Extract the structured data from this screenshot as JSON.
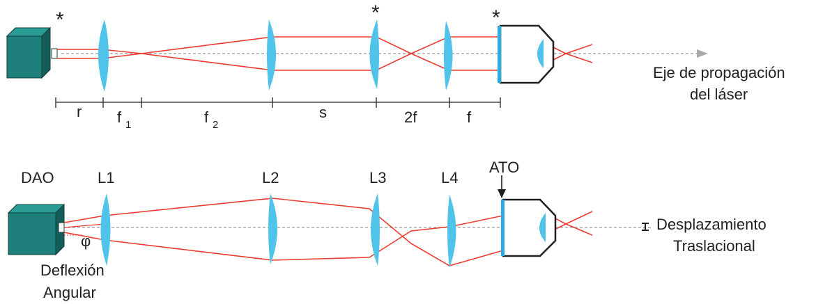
{
  "colors": {
    "lens": "#4fc3ea",
    "beam": "#ee3b2f",
    "axis": "#a7a9ac",
    "aod_front": "#1f7f7a",
    "aod_top": "#2a9c95",
    "aod_side": "#155d59",
    "text": "#231f20"
  },
  "top": {
    "markers": [
      "*",
      "*",
      "*"
    ],
    "segments": [
      {
        "label": "r",
        "sub": ""
      },
      {
        "label": "f",
        "sub": "1"
      },
      {
        "label": "f",
        "sub": "2"
      },
      {
        "label": "s",
        "sub": ""
      },
      {
        "label": "2f",
        "sub": ""
      },
      {
        "label": "f",
        "sub": ""
      }
    ],
    "axis_label_line1": "Eje de propagación",
    "axis_label_line2": "del láser"
  },
  "bottom": {
    "aod_label": "DAO",
    "lens_labels": [
      "L1",
      "L2",
      "L3",
      "L4"
    ],
    "objective_label": "ATO",
    "angle_symbol": "φ",
    "deflection_line1": "Deflexión",
    "deflection_line2": "Angular",
    "translation_line1": "Desplazamiento",
    "translation_line2": "Traslacional"
  }
}
